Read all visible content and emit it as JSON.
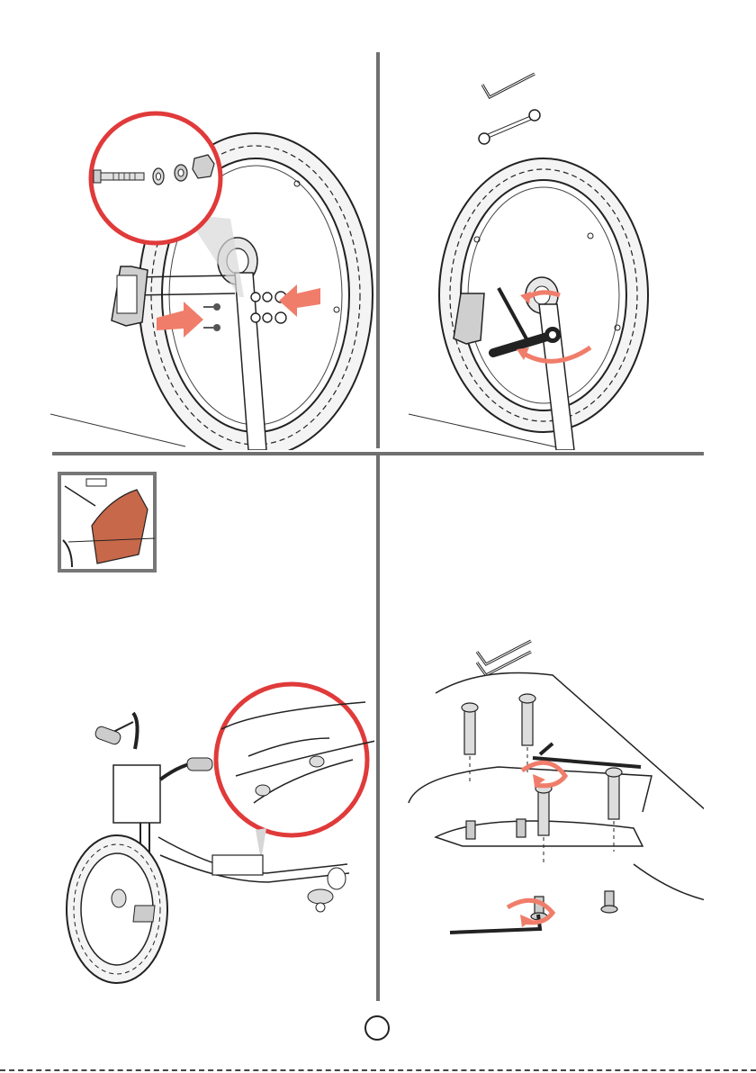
{
  "page": {
    "page_number": "",
    "colors": {
      "accent_red": "#e03a3a",
      "arrow_red": "#f07d6a",
      "divider_gray": "#707070",
      "line_art": "#222222",
      "seat_orange": "#c8684a"
    }
  },
  "steps": [
    {
      "id": "step-1",
      "tools": [],
      "hardware": [
        "bolt",
        "washer",
        "washer",
        "nut"
      ]
    },
    {
      "id": "step-2",
      "tools": [
        "hex-key",
        "open-end-wrench"
      ]
    },
    {
      "id": "step-3",
      "tools": [],
      "inset": "seat-highlight"
    },
    {
      "id": "step-4",
      "tools": [
        "hex-key",
        "hex-key"
      ]
    }
  ]
}
